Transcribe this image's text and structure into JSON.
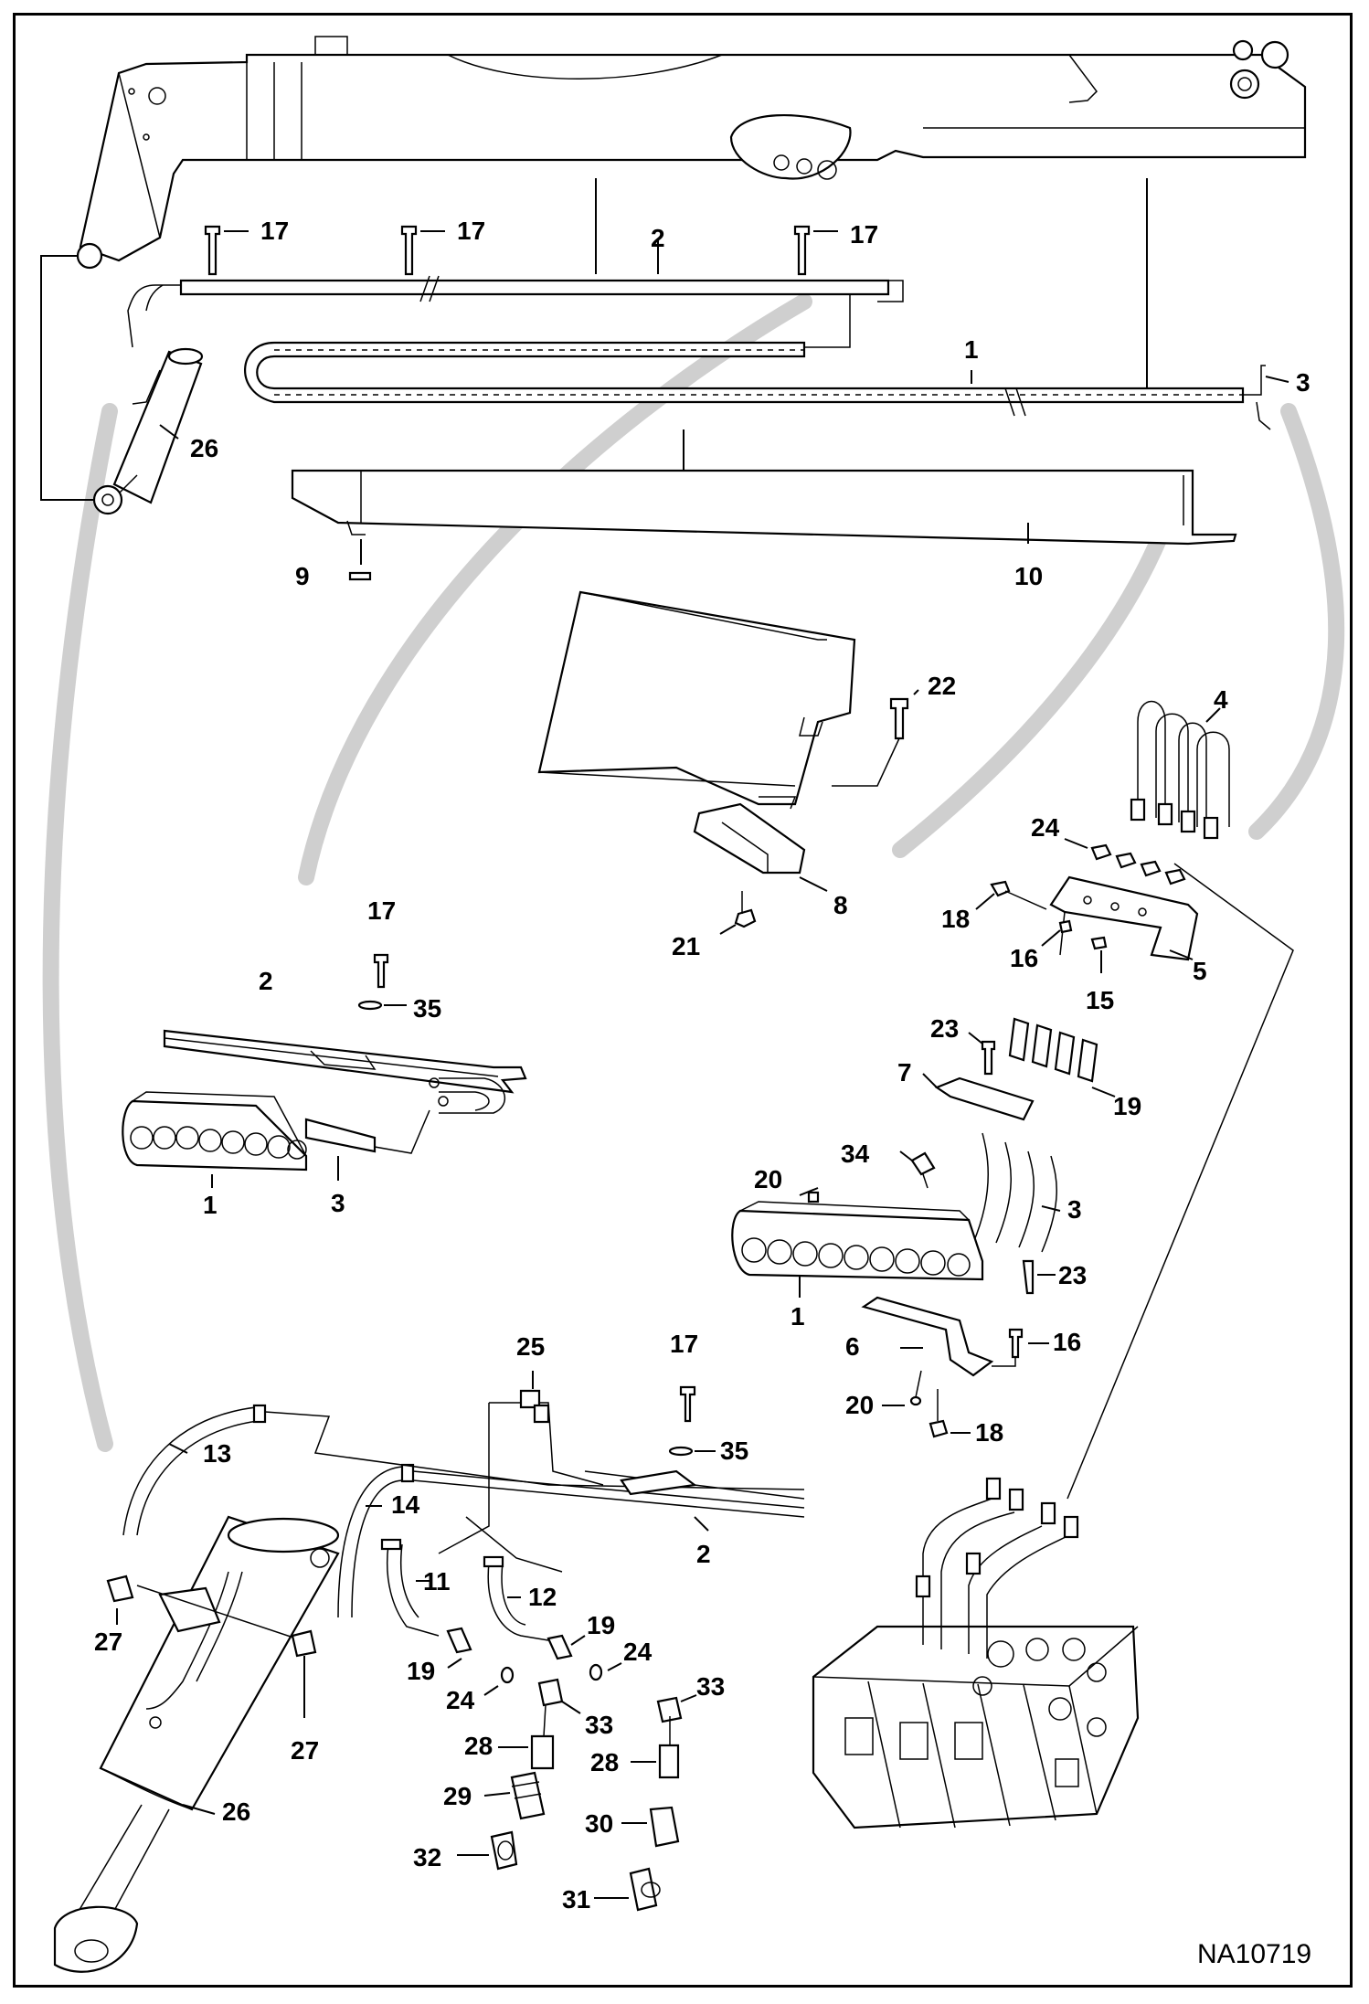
{
  "diagram": {
    "reference_code": "NA10719",
    "callouts": [
      {
        "id": "c-17a",
        "label": "17"
      },
      {
        "id": "c-17b",
        "label": "17"
      },
      {
        "id": "c-2a",
        "label": "2"
      },
      {
        "id": "c-17c",
        "label": "17"
      },
      {
        "id": "c-1a",
        "label": "1"
      },
      {
        "id": "c-3a",
        "label": "3"
      },
      {
        "id": "c-26a",
        "label": "26"
      },
      {
        "id": "c-9",
        "label": "9"
      },
      {
        "id": "c-10",
        "label": "10"
      },
      {
        "id": "c-22",
        "label": "22"
      },
      {
        "id": "c-4",
        "label": "4"
      },
      {
        "id": "c-8",
        "label": "8"
      },
      {
        "id": "c-21",
        "label": "21"
      },
      {
        "id": "c-24a",
        "label": "24"
      },
      {
        "id": "c-18a",
        "label": "18"
      },
      {
        "id": "c-16a",
        "label": "16"
      },
      {
        "id": "c-15",
        "label": "15"
      },
      {
        "id": "c-5",
        "label": "5"
      },
      {
        "id": "c-17d",
        "label": "17"
      },
      {
        "id": "c-2b",
        "label": "2"
      },
      {
        "id": "c-35a",
        "label": "35"
      },
      {
        "id": "c-23a",
        "label": "23"
      },
      {
        "id": "c-7",
        "label": "7"
      },
      {
        "id": "c-19a",
        "label": "19"
      },
      {
        "id": "c-1b",
        "label": "1"
      },
      {
        "id": "c-3b",
        "label": "3"
      },
      {
        "id": "c-34",
        "label": "34"
      },
      {
        "id": "c-20a",
        "label": "20"
      },
      {
        "id": "c-3c",
        "label": "3"
      },
      {
        "id": "c-23b",
        "label": "23"
      },
      {
        "id": "c-1c",
        "label": "1"
      },
      {
        "id": "c-6",
        "label": "6"
      },
      {
        "id": "c-16b",
        "label": "16"
      },
      {
        "id": "c-25",
        "label": "25"
      },
      {
        "id": "c-17e",
        "label": "17"
      },
      {
        "id": "c-20b",
        "label": "20"
      },
      {
        "id": "c-18b",
        "label": "18"
      },
      {
        "id": "c-13",
        "label": "13"
      },
      {
        "id": "c-35b",
        "label": "35"
      },
      {
        "id": "c-14",
        "label": "14"
      },
      {
        "id": "c-2c",
        "label": "2"
      },
      {
        "id": "c-11",
        "label": "11"
      },
      {
        "id": "c-12",
        "label": "12"
      },
      {
        "id": "c-27a",
        "label": "27"
      },
      {
        "id": "c-19b",
        "label": "19"
      },
      {
        "id": "c-24b",
        "label": "24"
      },
      {
        "id": "c-19c",
        "label": "19"
      },
      {
        "id": "c-24c",
        "label": "24"
      },
      {
        "id": "c-33a",
        "label": "33"
      },
      {
        "id": "c-33b",
        "label": "33"
      },
      {
        "id": "c-27b",
        "label": "27"
      },
      {
        "id": "c-28a",
        "label": "28"
      },
      {
        "id": "c-28b",
        "label": "28"
      },
      {
        "id": "c-29",
        "label": "29"
      },
      {
        "id": "c-26b",
        "label": "26"
      },
      {
        "id": "c-30",
        "label": "30"
      },
      {
        "id": "c-32",
        "label": "32"
      },
      {
        "id": "c-31",
        "label": "31"
      }
    ]
  }
}
